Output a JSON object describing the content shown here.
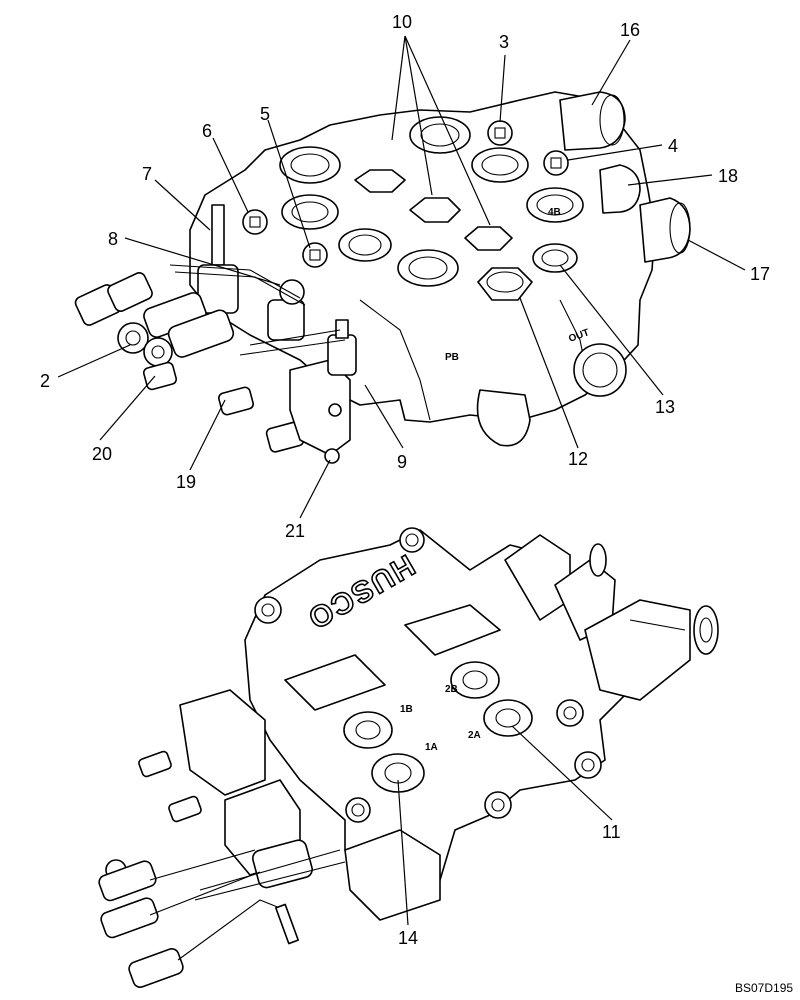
{
  "callouts": [
    {
      "id": "c10",
      "text": "10"
    },
    {
      "id": "c3",
      "text": "3"
    },
    {
      "id": "c16",
      "text": "16"
    },
    {
      "id": "c4",
      "text": "4"
    },
    {
      "id": "c18",
      "text": "18"
    },
    {
      "id": "c17",
      "text": "17"
    },
    {
      "id": "c5",
      "text": "5"
    },
    {
      "id": "c6",
      "text": "6"
    },
    {
      "id": "c7",
      "text": "7"
    },
    {
      "id": "c8",
      "text": "8"
    },
    {
      "id": "c2",
      "text": "2"
    },
    {
      "id": "c20",
      "text": "20"
    },
    {
      "id": "c19",
      "text": "19"
    },
    {
      "id": "c21",
      "text": "21"
    },
    {
      "id": "c9",
      "text": "9"
    },
    {
      "id": "c12",
      "text": "12"
    },
    {
      "id": "c13",
      "text": "13"
    },
    {
      "id": "c11",
      "text": "11"
    },
    {
      "id": "c14",
      "text": "14"
    }
  ],
  "embossed": {
    "pb": "PB",
    "out": "OUT",
    "husco": "HUSCO",
    "top_port": "4B",
    "port_2b": "2B",
    "port_1b": "1B",
    "port_2a": "2A",
    "port_1a": "1A"
  },
  "figure_ref": "BS07D195"
}
